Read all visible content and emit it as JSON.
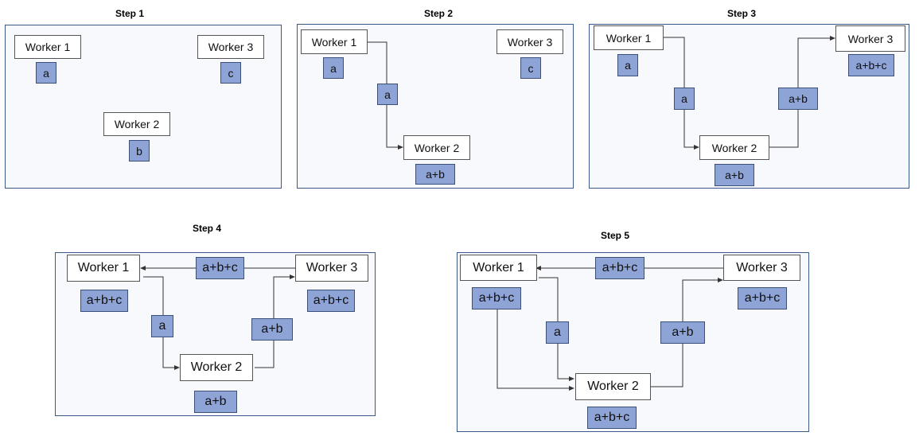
{
  "steps": [
    {
      "title": "Step 1"
    },
    {
      "title": "Step 2"
    },
    {
      "title": "Step 3"
    },
    {
      "title": "Step 4"
    },
    {
      "title": "Step 5"
    }
  ],
  "labels": {
    "worker1": "Worker 1",
    "worker2": "Worker 2",
    "worker3": "Worker 3",
    "a": "a",
    "b": "b",
    "c": "c",
    "ab": "a+b",
    "abc": "a+b+c"
  },
  "colors": {
    "value_fill": "#8ea3d6",
    "panel_border": "#3a5a8a",
    "panel_fill": "#f8f9fc"
  }
}
